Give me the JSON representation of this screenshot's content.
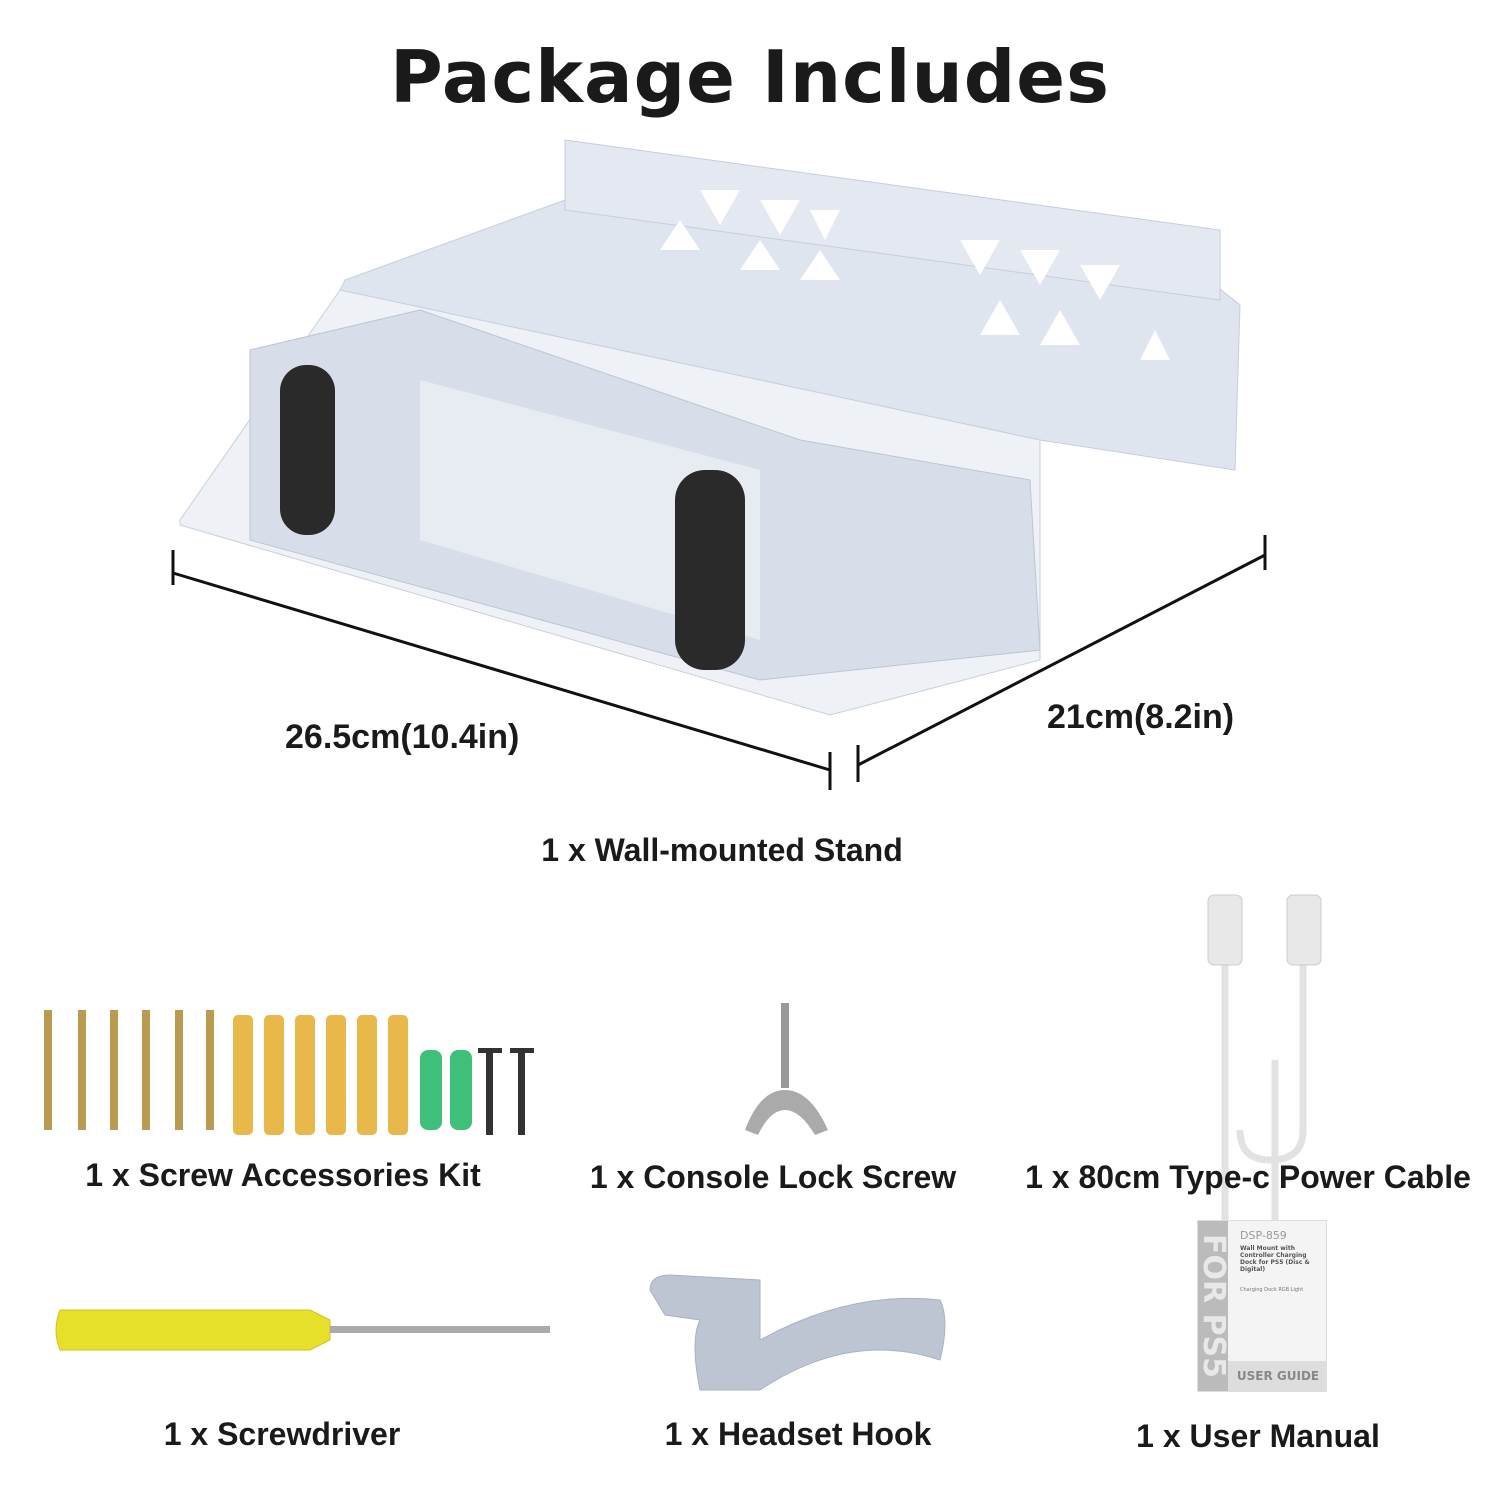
{
  "title": "Package Includes",
  "stand": {
    "label": "1 x Wall-mounted Stand",
    "width_dim": "26.5cm(10.4in)",
    "depth_dim": "21cm(8.2in)"
  },
  "items": [
    {
      "label": "1 x Screw Accessories Kit"
    },
    {
      "label": "1 x Console Lock Screw"
    },
    {
      "label": "1 x 80cm Type-c Power Cable"
    },
    {
      "label": "1 x Screwdriver"
    },
    {
      "label": "1 x Headset Hook"
    },
    {
      "label": "1 x User Manual"
    }
  ],
  "manual": {
    "side_text": "FOR PS5",
    "code": "DSP-859",
    "title": "Wall Mount with Controller Charging Dock for PS5 (Disc & Digital)",
    "subtitle": "Charging Dock RGB Light",
    "footer": "USER GUIDE"
  },
  "colors": {
    "stand": "#dde3ee",
    "pad": "#2a2a2a",
    "plug_yellow": "#e8b84a",
    "anchor_green": "#3fc07a",
    "screwdriver": "#e6e02a"
  }
}
